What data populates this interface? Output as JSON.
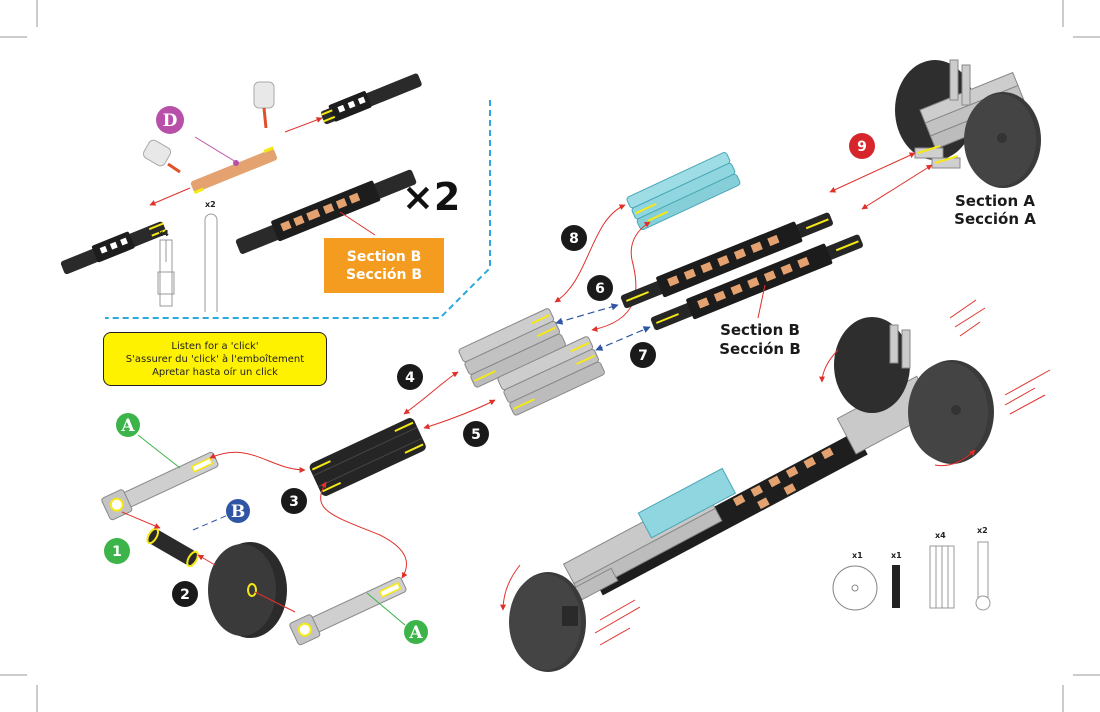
{
  "colors": {
    "step_black": "#1a1a1a",
    "step_green": "#3cb449",
    "step_red": "#d7262b",
    "letter_green": "#3cb449",
    "letter_blue": "#2f55a4",
    "letter_purple": "#b84fa8",
    "arrow_red": "#e0302a",
    "arrow_blue": "#2f55a4",
    "dashed_divider": "#2aa9df",
    "highlight_yellow": "#f5e814",
    "orange_label": "#f39c1f",
    "part_black": "#2a2a2a",
    "part_grey": "#c8c8c8",
    "part_cyan": "#8fd6e0",
    "insert_copper": "#e3a26f"
  },
  "inset": {
    "letter_label": "D",
    "multiplier": "×2",
    "section_label": [
      "Section B",
      "Sección B"
    ],
    "parts": [
      {
        "name": "connector-pin",
        "qty": "x4"
      },
      {
        "name": "long-rod",
        "qty": "x2"
      }
    ]
  },
  "click_note": {
    "lines": [
      "Listen for a 'click'",
      "S'assurer du 'click' à l'emboîtement",
      "Apretar hasta oír un click"
    ]
  },
  "steps": [
    {
      "number": "1",
      "color": "green"
    },
    {
      "number": "2",
      "color": "black"
    },
    {
      "number": "3",
      "color": "black"
    },
    {
      "number": "4",
      "color": "black"
    },
    {
      "number": "5",
      "color": "black"
    },
    {
      "number": "6",
      "color": "black"
    },
    {
      "number": "7",
      "color": "black"
    },
    {
      "number": "8",
      "color": "black"
    },
    {
      "number": "9",
      "color": "red"
    }
  ],
  "letters": {
    "a_top": "A",
    "a_bottom": "A",
    "b": "B"
  },
  "section_labels": {
    "section_a": [
      "Section A",
      "Sección A"
    ],
    "section_b": [
      "Section B",
      "Sección B"
    ]
  },
  "parts_list": [
    {
      "name": "wheel",
      "qty": "x1"
    },
    {
      "name": "axle-tube",
      "qty": "x1"
    },
    {
      "name": "grey-plate-stack",
      "qty": "x4"
    },
    {
      "name": "axle-arm",
      "qty": "x2"
    }
  ]
}
